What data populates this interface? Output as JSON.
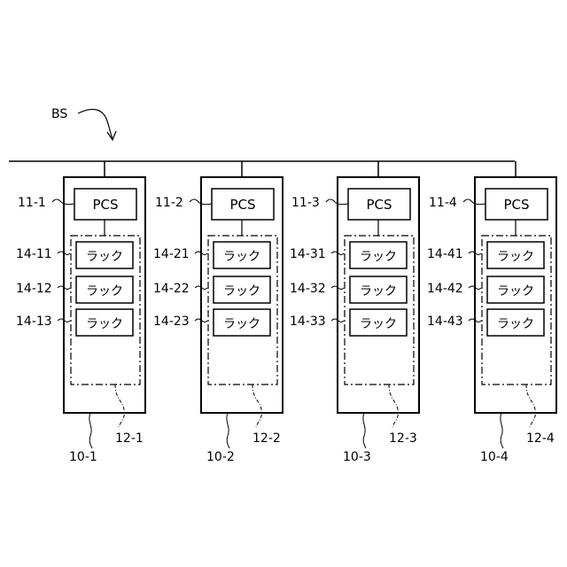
{
  "bus_label": "BS",
  "units": [
    {
      "unit_label": "10-1",
      "group_label": "12-1",
      "pcs_label": "11-1",
      "pcs_text": "PCS",
      "racks": [
        {
          "label": "14-11",
          "text": "ラック"
        },
        {
          "label": "14-12",
          "text": "ラック"
        },
        {
          "label": "14-13",
          "text": "ラック"
        }
      ]
    },
    {
      "unit_label": "10-2",
      "group_label": "12-2",
      "pcs_label": "11-2",
      "pcs_text": "PCS",
      "racks": [
        {
          "label": "14-21",
          "text": "ラック"
        },
        {
          "label": "14-22",
          "text": "ラック"
        },
        {
          "label": "14-23",
          "text": "ラック"
        }
      ]
    },
    {
      "unit_label": "10-3",
      "group_label": "12-3",
      "pcs_label": "11-3",
      "pcs_text": "PCS",
      "racks": [
        {
          "label": "14-31",
          "text": "ラック"
        },
        {
          "label": "14-32",
          "text": "ラック"
        },
        {
          "label": "14-33",
          "text": "ラック"
        }
      ]
    },
    {
      "unit_label": "10-4",
      "group_label": "12-4",
      "pcs_label": "11-4",
      "pcs_text": "PCS",
      "racks": [
        {
          "label": "14-41",
          "text": "ラック"
        },
        {
          "label": "14-42",
          "text": "ラック"
        },
        {
          "label": "14-43",
          "text": "ラック"
        }
      ]
    }
  ]
}
